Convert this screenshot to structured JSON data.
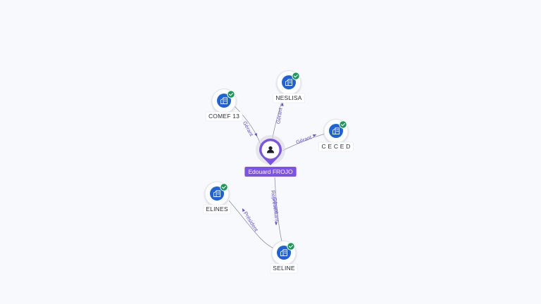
{
  "colors": {
    "accent": "#7c52e8",
    "company": "#1d62d8",
    "verified": "#169b54",
    "edge": "#8f92a8",
    "edge_label": "#6a4fe0"
  },
  "center": {
    "name": "Edouard FROJO",
    "icon": "person-icon"
  },
  "companies": [
    {
      "id": "comef13",
      "name": "COMEF 13",
      "icon": "building-icon",
      "verified": true
    },
    {
      "id": "neslisa",
      "name": "NESLISA",
      "icon": "building-icon",
      "verified": true
    },
    {
      "id": "ceced",
      "name": "C E C E D",
      "icon": "building-icon",
      "verified": true
    },
    {
      "id": "elines",
      "name": "ELINES",
      "icon": "building-icon",
      "verified": true
    },
    {
      "id": "seline",
      "name": "SELINE",
      "icon": "building-icon",
      "verified": true
    }
  ],
  "edges": [
    {
      "from": "center",
      "to": "comef13",
      "label": "Gérant"
    },
    {
      "from": "center",
      "to": "neslisa",
      "label": "Gérant"
    },
    {
      "from": "center",
      "to": "ceced",
      "label": "Gérant"
    },
    {
      "from": "center",
      "to": "seline",
      "label": "Gérant",
      "label2": "Représentant"
    },
    {
      "from": "seline",
      "to": "elines",
      "label": "Président"
    }
  ]
}
